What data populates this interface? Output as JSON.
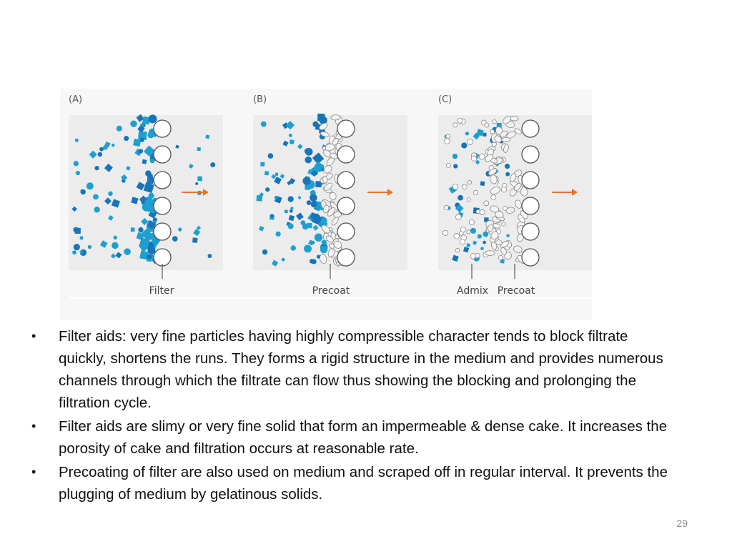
{
  "figure": {
    "panels": [
      {
        "label": "(A)",
        "caption": "Filter"
      },
      {
        "label": "(B)",
        "caption": "Precoat"
      },
      {
        "label": "(C)",
        "captions": [
          "Admix",
          "Precoat"
        ]
      }
    ],
    "colors": {
      "particle": "#1e9fd0",
      "particle_dark": "#1774b8",
      "panel_bg": "#ececec",
      "medium_circle": "#ffffff",
      "arrow": "#e8732c",
      "filter_aid": "#f4f4f4"
    },
    "icons": [
      "right-arrow-icon",
      "right-arrow-icon",
      "right-arrow-icon"
    ]
  },
  "bullets": [
    "Filter aids: very fine particles having highly compressible character tends to block filtrate quickly, shortens the runs. They forms a rigid structure in the medium and provides numerous channels through which the filtrate can flow thus showing the blocking and prolonging the filtration cycle.",
    "Filter aids are slimy or very fine solid that form an impermeable & dense cake. It increases the porosity of cake and filtration occurs at reasonable rate.",
    "Precoating of filter are also used on medium and scraped off in regular interval. It prevents the plugging of medium by gelatinous solids."
  ],
  "bullet_symbol": "•",
  "page_number": "29"
}
